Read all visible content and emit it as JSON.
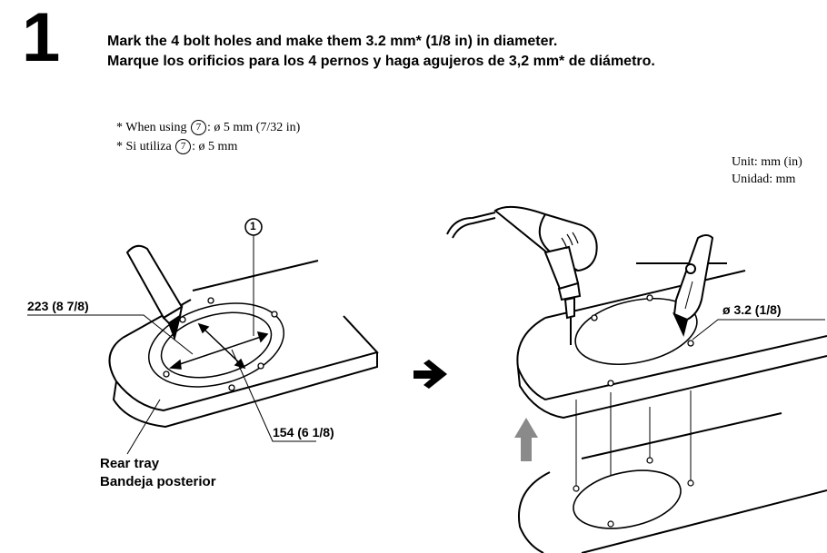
{
  "step": {
    "number": "1"
  },
  "instructions": {
    "en": "Mark the 4 bolt holes and make them 3.2 mm* (1/8 in) in diameter.",
    "es": "Marque los orificios para los 4 pernos y haga agujeros de 3,2 mm* de diámetro."
  },
  "notes": {
    "en_prefix": "* When using",
    "en_suffix": ": ø 5 mm (7/32 in)",
    "es_prefix": "* Si utiliza",
    "es_suffix": ": ø 5 mm",
    "part_number": "7"
  },
  "units": {
    "en": "Unit: mm (in)",
    "es": "Unidad: mm"
  },
  "diagram_left": {
    "callout_part": "1",
    "dim_long": "223 (8 7/8)",
    "dim_short": "154 (6 1/8)",
    "tray_label_en": "Rear tray",
    "tray_label_es": "Bandeja posterior"
  },
  "diagram_right": {
    "hole_diameter": "ø 3.2 (1/8)"
  }
}
